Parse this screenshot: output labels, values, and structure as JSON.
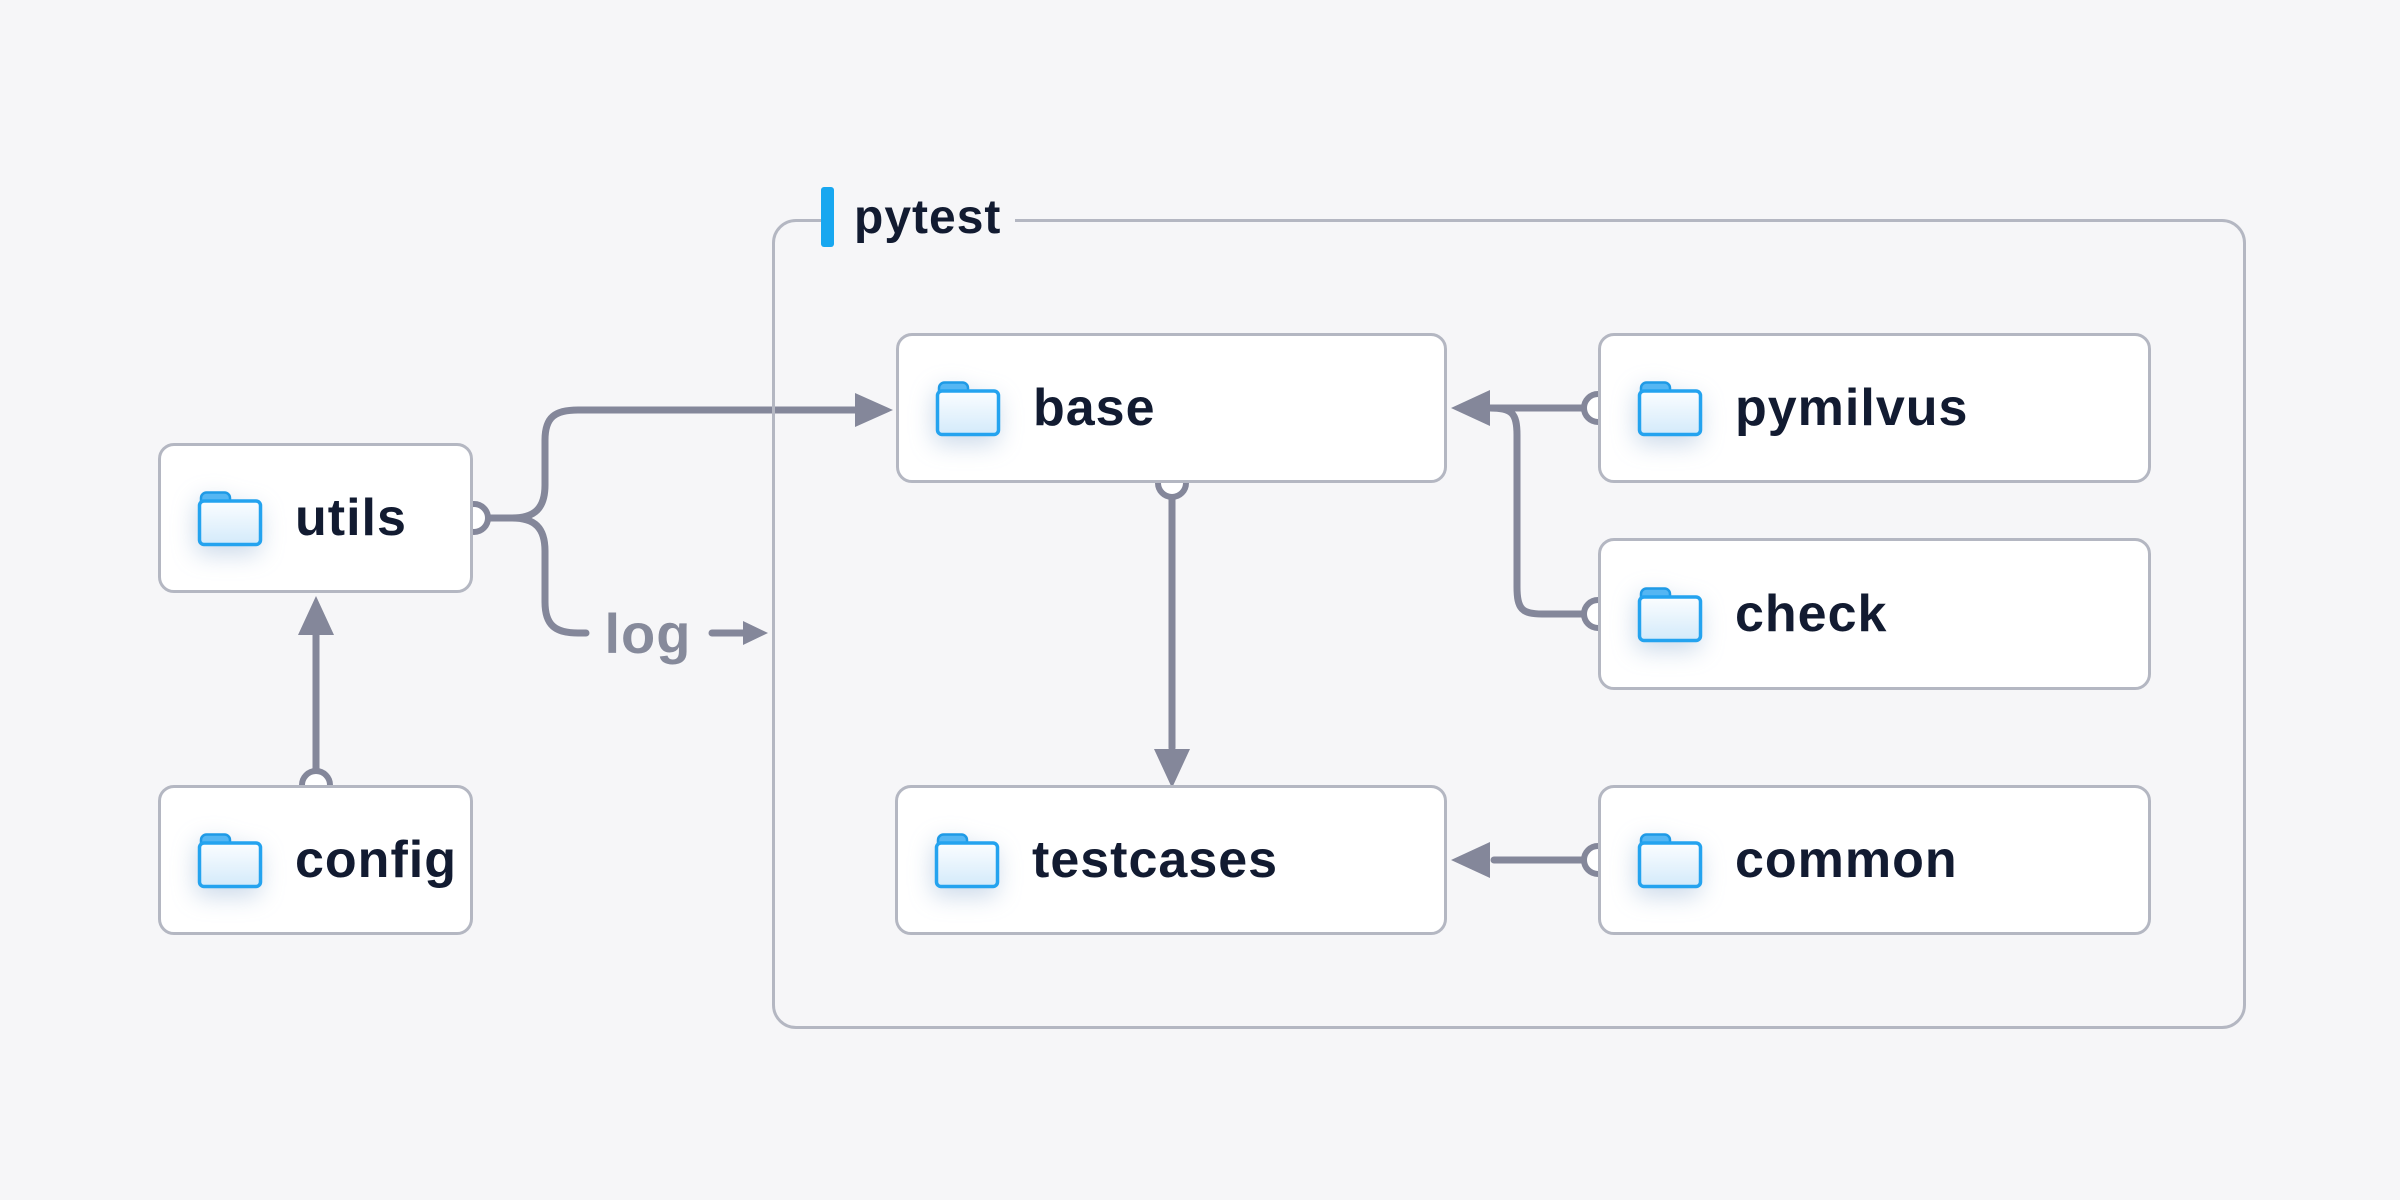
{
  "diagram": {
    "container": {
      "label": "pytest"
    },
    "nodes": [
      {
        "id": "utils",
        "label": "utils"
      },
      {
        "id": "config",
        "label": "config"
      },
      {
        "id": "base",
        "label": "base"
      },
      {
        "id": "pymilvus",
        "label": "pymilvus"
      },
      {
        "id": "check",
        "label": "check"
      },
      {
        "id": "testcases",
        "label": "testcases"
      },
      {
        "id": "common",
        "label": "common"
      }
    ],
    "edges": [
      {
        "from": "config",
        "to": "utils",
        "label": ""
      },
      {
        "from": "utils",
        "to": "base",
        "label": ""
      },
      {
        "from": "utils",
        "to": "pytest",
        "label": "log"
      },
      {
        "from": "pymilvus",
        "to": "base",
        "label": ""
      },
      {
        "from": "check",
        "to": "base",
        "label": ""
      },
      {
        "from": "base",
        "to": "testcases",
        "label": ""
      },
      {
        "from": "common",
        "to": "testcases",
        "label": ""
      }
    ],
    "colors": {
      "background": "#f6f6f8",
      "node_fill": "#ffffff",
      "node_border": "#b4b7c2",
      "container_border": "#b4b7c2",
      "connector": "#84879a",
      "label_text": "#121b31",
      "edge_label_text": "#868a9b",
      "accent_blue": "#18a7f0",
      "folder_blue": "#24a3ef"
    }
  }
}
